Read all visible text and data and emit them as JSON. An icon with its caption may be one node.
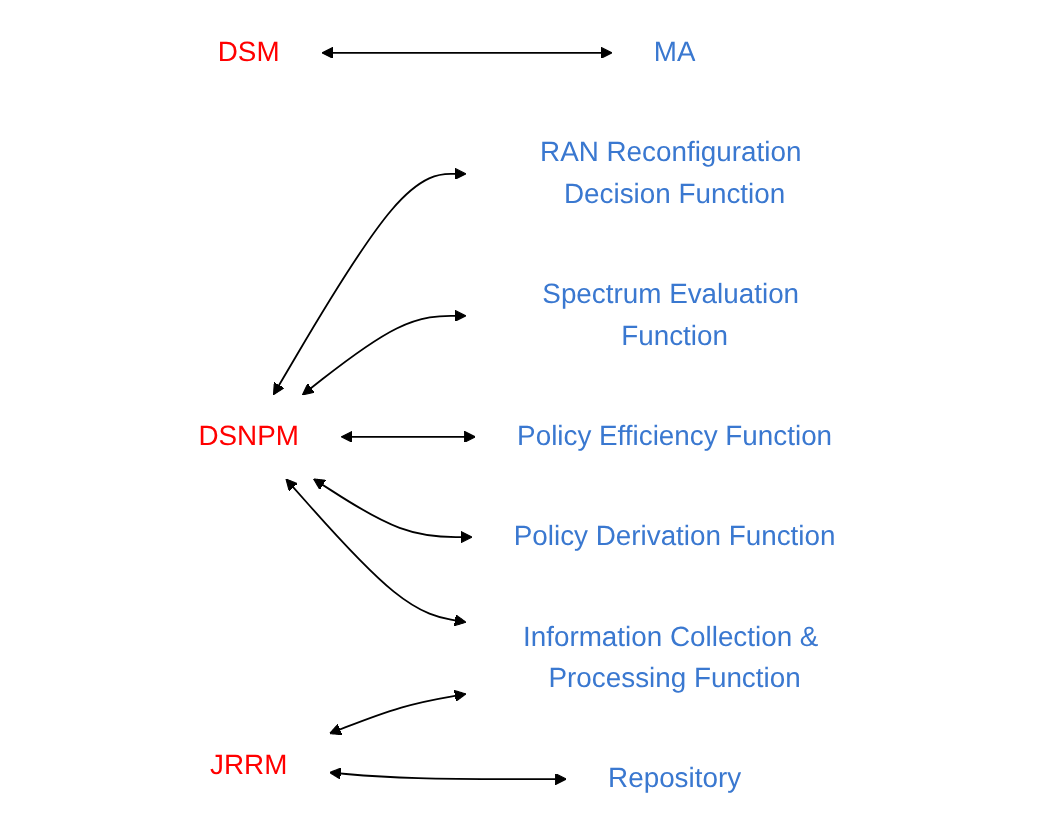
{
  "diagram": {
    "nodes": [
      {
        "text": [
          "DSM"
        ]
      },
      {
        "text": [
          "MA"
        ]
      },
      {
        "text": [
          "RAN Reconfiguration Decision Function"
        ]
      },
      {
        "text": [
          "Spectrum Evaluation Function"
        ]
      },
      {
        "text": [
          "DSNPM"
        ]
      },
      {
        "text": [
          "Policy Efficiency Function"
        ]
      },
      {
        "text": [
          "Policy Derivation Function"
        ]
      },
      {
        "text": [
          "Information Collection & Processing Function"
        ]
      },
      {
        "text": [
          "JRRM"
        ]
      },
      {
        "text": [
          "Repository"
        ]
      }
    ],
    "edges": [
      {
        "from": 0,
        "to": 1,
        "arrow": "both"
      },
      {
        "from": 4,
        "to": 2,
        "arrow": "both"
      },
      {
        "from": 4,
        "to": 3,
        "arrow": "both"
      },
      {
        "from": 4,
        "to": 5,
        "arrow": "both"
      },
      {
        "from": 4,
        "to": 6,
        "arrow": "both"
      },
      {
        "from": 4,
        "to": 7,
        "arrow": "both"
      },
      {
        "from": 8,
        "to": 7,
        "arrow": "both"
      },
      {
        "from": 8,
        "to": 9,
        "arrow": "both"
      }
    ]
  }
}
